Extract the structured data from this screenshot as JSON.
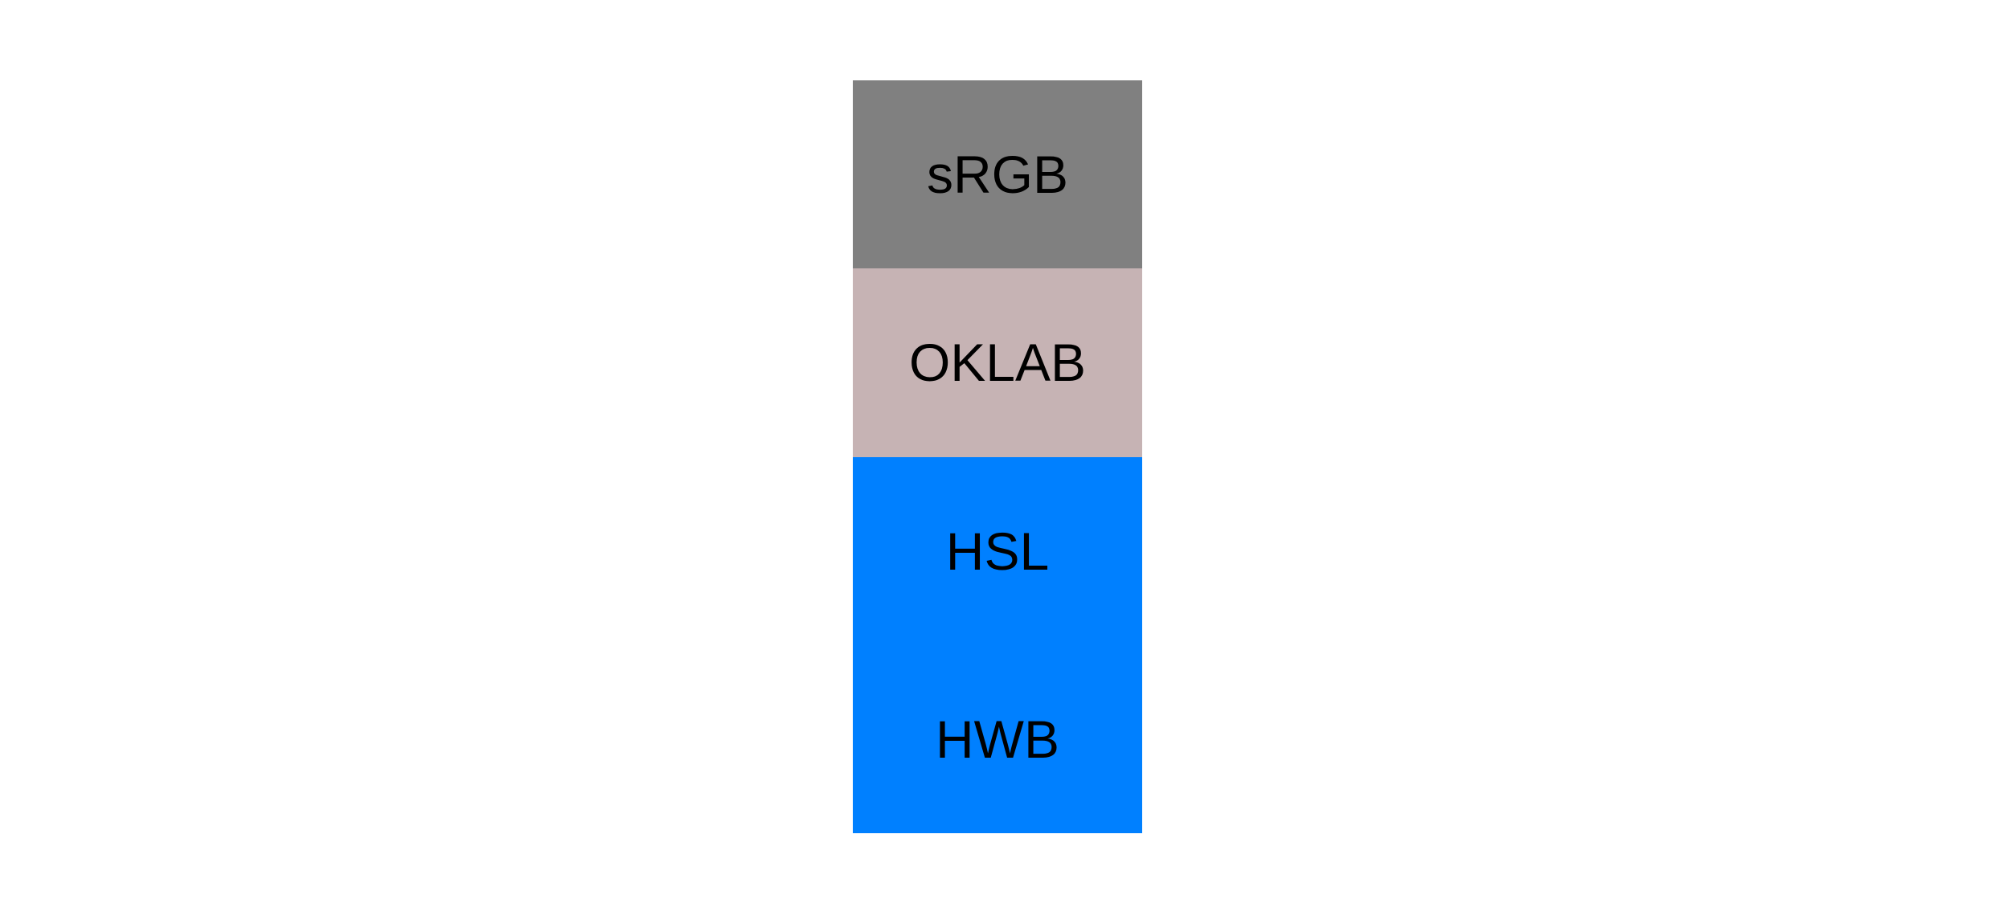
{
  "figure": {
    "background": "#ffffff",
    "text_color": "#000000",
    "swatches": [
      {
        "label": "sRGB",
        "color": "#808080"
      },
      {
        "label": "OKLAB",
        "color": "#c6b3b4"
      },
      {
        "label": "HSL",
        "color": "#0080ff"
      },
      {
        "label": "HWB",
        "color": "#0080ff"
      }
    ]
  }
}
